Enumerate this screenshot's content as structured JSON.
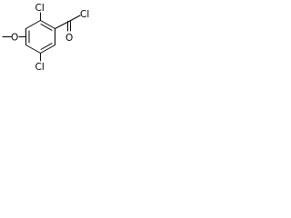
{
  "molecule": {
    "atoms": {
      "cl_top": "Cl",
      "o_methoxy": "O",
      "cl_bottom": "Cl",
      "cl_acyl": "Cl",
      "o_carbonyl": "O"
    }
  },
  "colors": {
    "ink": "#000000",
    "background": "#ffffff"
  }
}
